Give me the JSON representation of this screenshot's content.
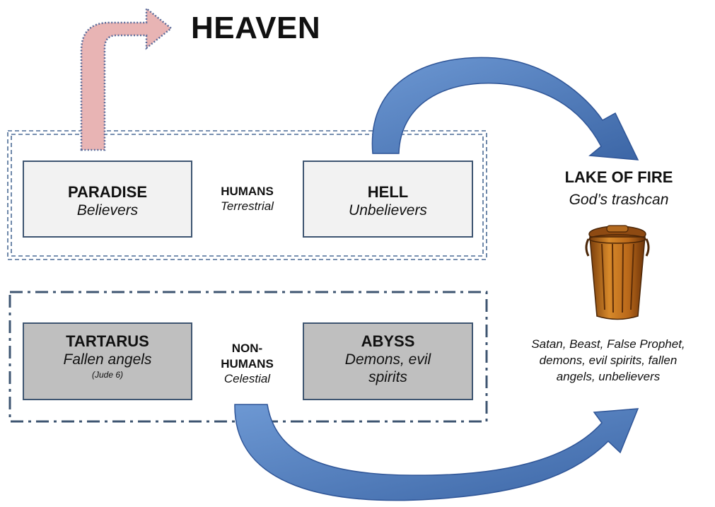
{
  "heading": "HEAVEN",
  "humans_group": {
    "left_box": {
      "title": "PARADISE",
      "subtitle": "Believers"
    },
    "middle": {
      "title": "HUMANS",
      "subtitle": "Terrestrial"
    },
    "right_box": {
      "title": "HELL",
      "subtitle": "Unbelievers"
    }
  },
  "non_humans_group": {
    "left_box": {
      "title": "TARTARUS",
      "subtitle": "Fallen angels",
      "note": "(Jude 6)"
    },
    "middle": {
      "title_line1": "NON-",
      "title_line2": "HUMANS",
      "subtitle": "Celestial"
    },
    "right_box": {
      "title": "ABYSS",
      "subtitle_line1": "Demons, evil",
      "subtitle_line2": "spirits"
    }
  },
  "lake_of_fire": {
    "title": "LAKE OF FIRE",
    "subtitle": "God’s trashcan",
    "icon": "trashcan-icon",
    "list_line1": "Satan, Beast, False Prophet,",
    "list_line2": "demons, evil spirits, fallen",
    "list_line3": "angels, unbelievers"
  },
  "colors": {
    "box_border": "#3e5571",
    "light_box": "#f2f2f2",
    "dark_box": "#bfbfbf",
    "blue_arrow": "#4a78b8",
    "pink_arrow": "#e8b4b4"
  }
}
